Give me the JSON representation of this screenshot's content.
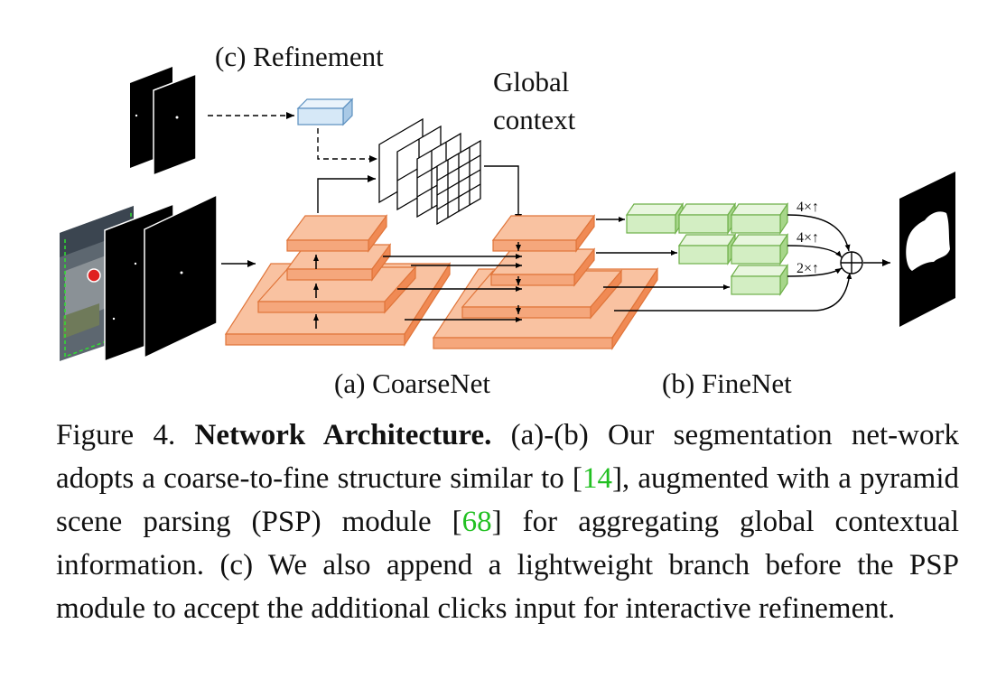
{
  "labels": {
    "refinement": "(c) Refinement",
    "global_context_line1": "Global",
    "global_context_line2": "context",
    "coarsenet": "(a) CoarseNet",
    "finenet": "(b) FineNet",
    "up4_a": "4×↑",
    "up4_b": "4×↑",
    "up2": "2×↑"
  },
  "colors": {
    "encoder_block": "#f9c2a1",
    "encoder_edge": "#e0753a",
    "conv_green": "#d3eec3",
    "conv_green_edge": "#6fb04a",
    "refine_block": "#d6e8f7",
    "refine_edge": "#5b8fbf",
    "citation": "#22c022"
  },
  "caption": {
    "figure_label": "Figure 4.",
    "title": "Network Architecture.",
    "text1": " (a)-(b) Our segmentation net-work adopts a coarse-to-fine structure similar to [",
    "ref1": "14",
    "text2": "], augmented with a pyramid scene parsing (PSP) module [",
    "ref2": "68",
    "text3": "] for aggregating global contextual information. (c) We also append a lightweight branch before the PSP module to accept the additional clicks input for interactive refinement."
  }
}
